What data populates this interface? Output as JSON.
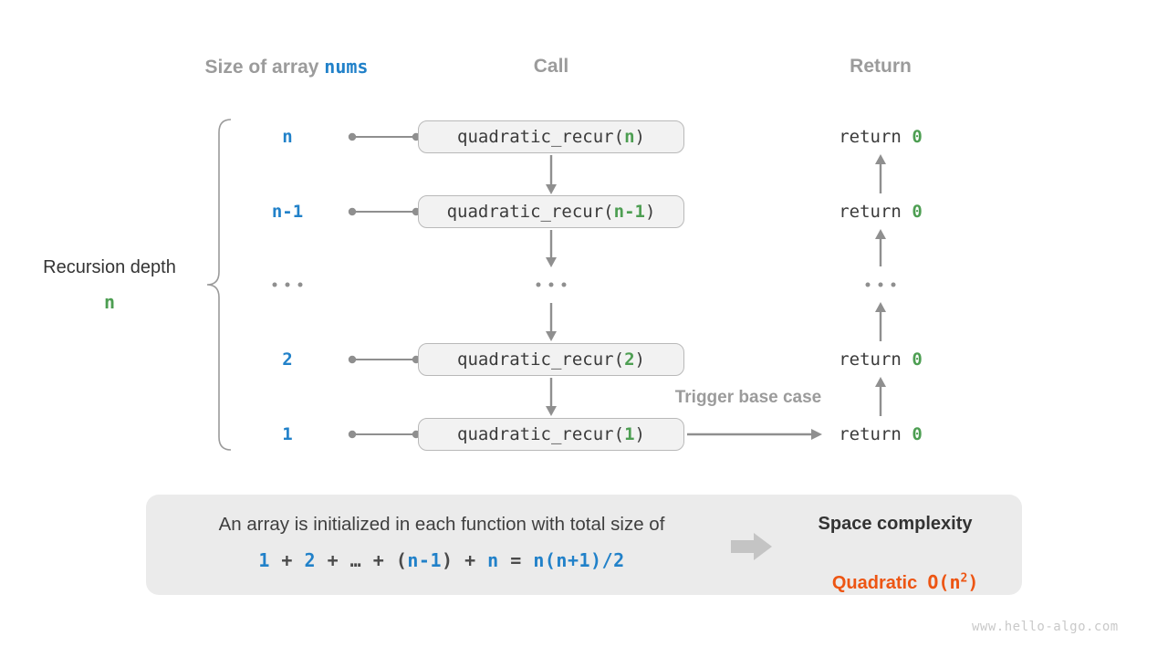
{
  "colors": {
    "blue": "#2181c9",
    "green": "#4d9e52",
    "orange": "#ed5513",
    "gray": "#9b9b9b",
    "dark": "#3b3b3b"
  },
  "headers": {
    "size_prefix": "Size of array ",
    "size_code": "nums",
    "call": "Call",
    "return": "Return"
  },
  "left_panel": {
    "depth_label": "Recursion depth",
    "depth_value": "n"
  },
  "call_fn": "quadratic_recur",
  "punct": {
    "open": "(",
    "close": ")"
  },
  "return_keyword": "return ",
  "rows": [
    {
      "size": "n",
      "arg": "n",
      "ret": "0"
    },
    {
      "size": "n-1",
      "arg": "n-1",
      "ret": "0"
    },
    {
      "size": "2",
      "arg": "2",
      "ret": "0"
    },
    {
      "size": "1",
      "arg": "1",
      "ret": "0"
    }
  ],
  "ellipsis": "...",
  "trigger_label": "Trigger base case",
  "summary": {
    "line1": "An array is initialized in each function with total size of",
    "formula_tokens": [
      {
        "t": "1",
        "c": "accent"
      },
      {
        "t": " + ",
        "c": "plain"
      },
      {
        "t": "2",
        "c": "accent"
      },
      {
        "t": " + ",
        "c": "plain"
      },
      {
        "t": "…",
        "c": "plain"
      },
      {
        "t": " + ",
        "c": "plain"
      },
      {
        "t": "(",
        "c": "plain"
      },
      {
        "t": "n-1",
        "c": "accent"
      },
      {
        "t": ")",
        "c": "plain"
      },
      {
        "t": " + ",
        "c": "plain"
      },
      {
        "t": "n",
        "c": "accent"
      },
      {
        "t": " = ",
        "c": "plain"
      },
      {
        "t": "n(n+1)/2",
        "c": "accent"
      }
    ],
    "space_title": "Space complexity",
    "complexity_name": "Quadratic",
    "big_o_open": "O(n",
    "big_o_exp": "2",
    "big_o_close": ")"
  },
  "watermark": "www.hello-algo.com"
}
